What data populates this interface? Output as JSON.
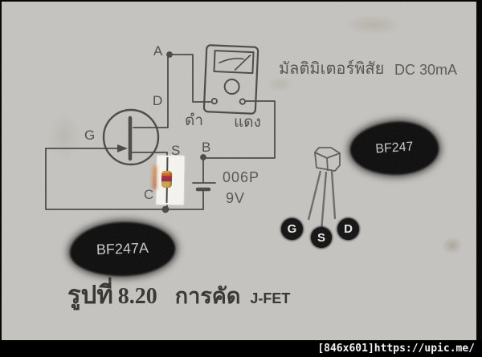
{
  "annotation": {
    "text": "มัลติมิเตอร์พิสัย",
    "range": "DC 30mA"
  },
  "circuit": {
    "node_a": "A",
    "node_d": "D",
    "node_g": "G",
    "node_s": "S",
    "node_b": "B",
    "node_c": "C",
    "probe_black": "ดำ",
    "probe_red": "แดง",
    "battery_model": "006P",
    "battery_voltage": "9V"
  },
  "stickers": {
    "top": "BF247",
    "bottom": "BF247A"
  },
  "pinout": {
    "gate": "G",
    "source": "S",
    "drain": "D"
  },
  "caption": {
    "prefix": "รูปที่",
    "number": "8.20",
    "title": "การคัด",
    "device": "J-FET"
  },
  "watermark": "[846x601]https://upic.me/",
  "colors": {
    "paper": "#c6c4c0",
    "ink": "#4a4846",
    "sticker": "#0b0b0b",
    "sticker_text": "#c9c9c9"
  }
}
